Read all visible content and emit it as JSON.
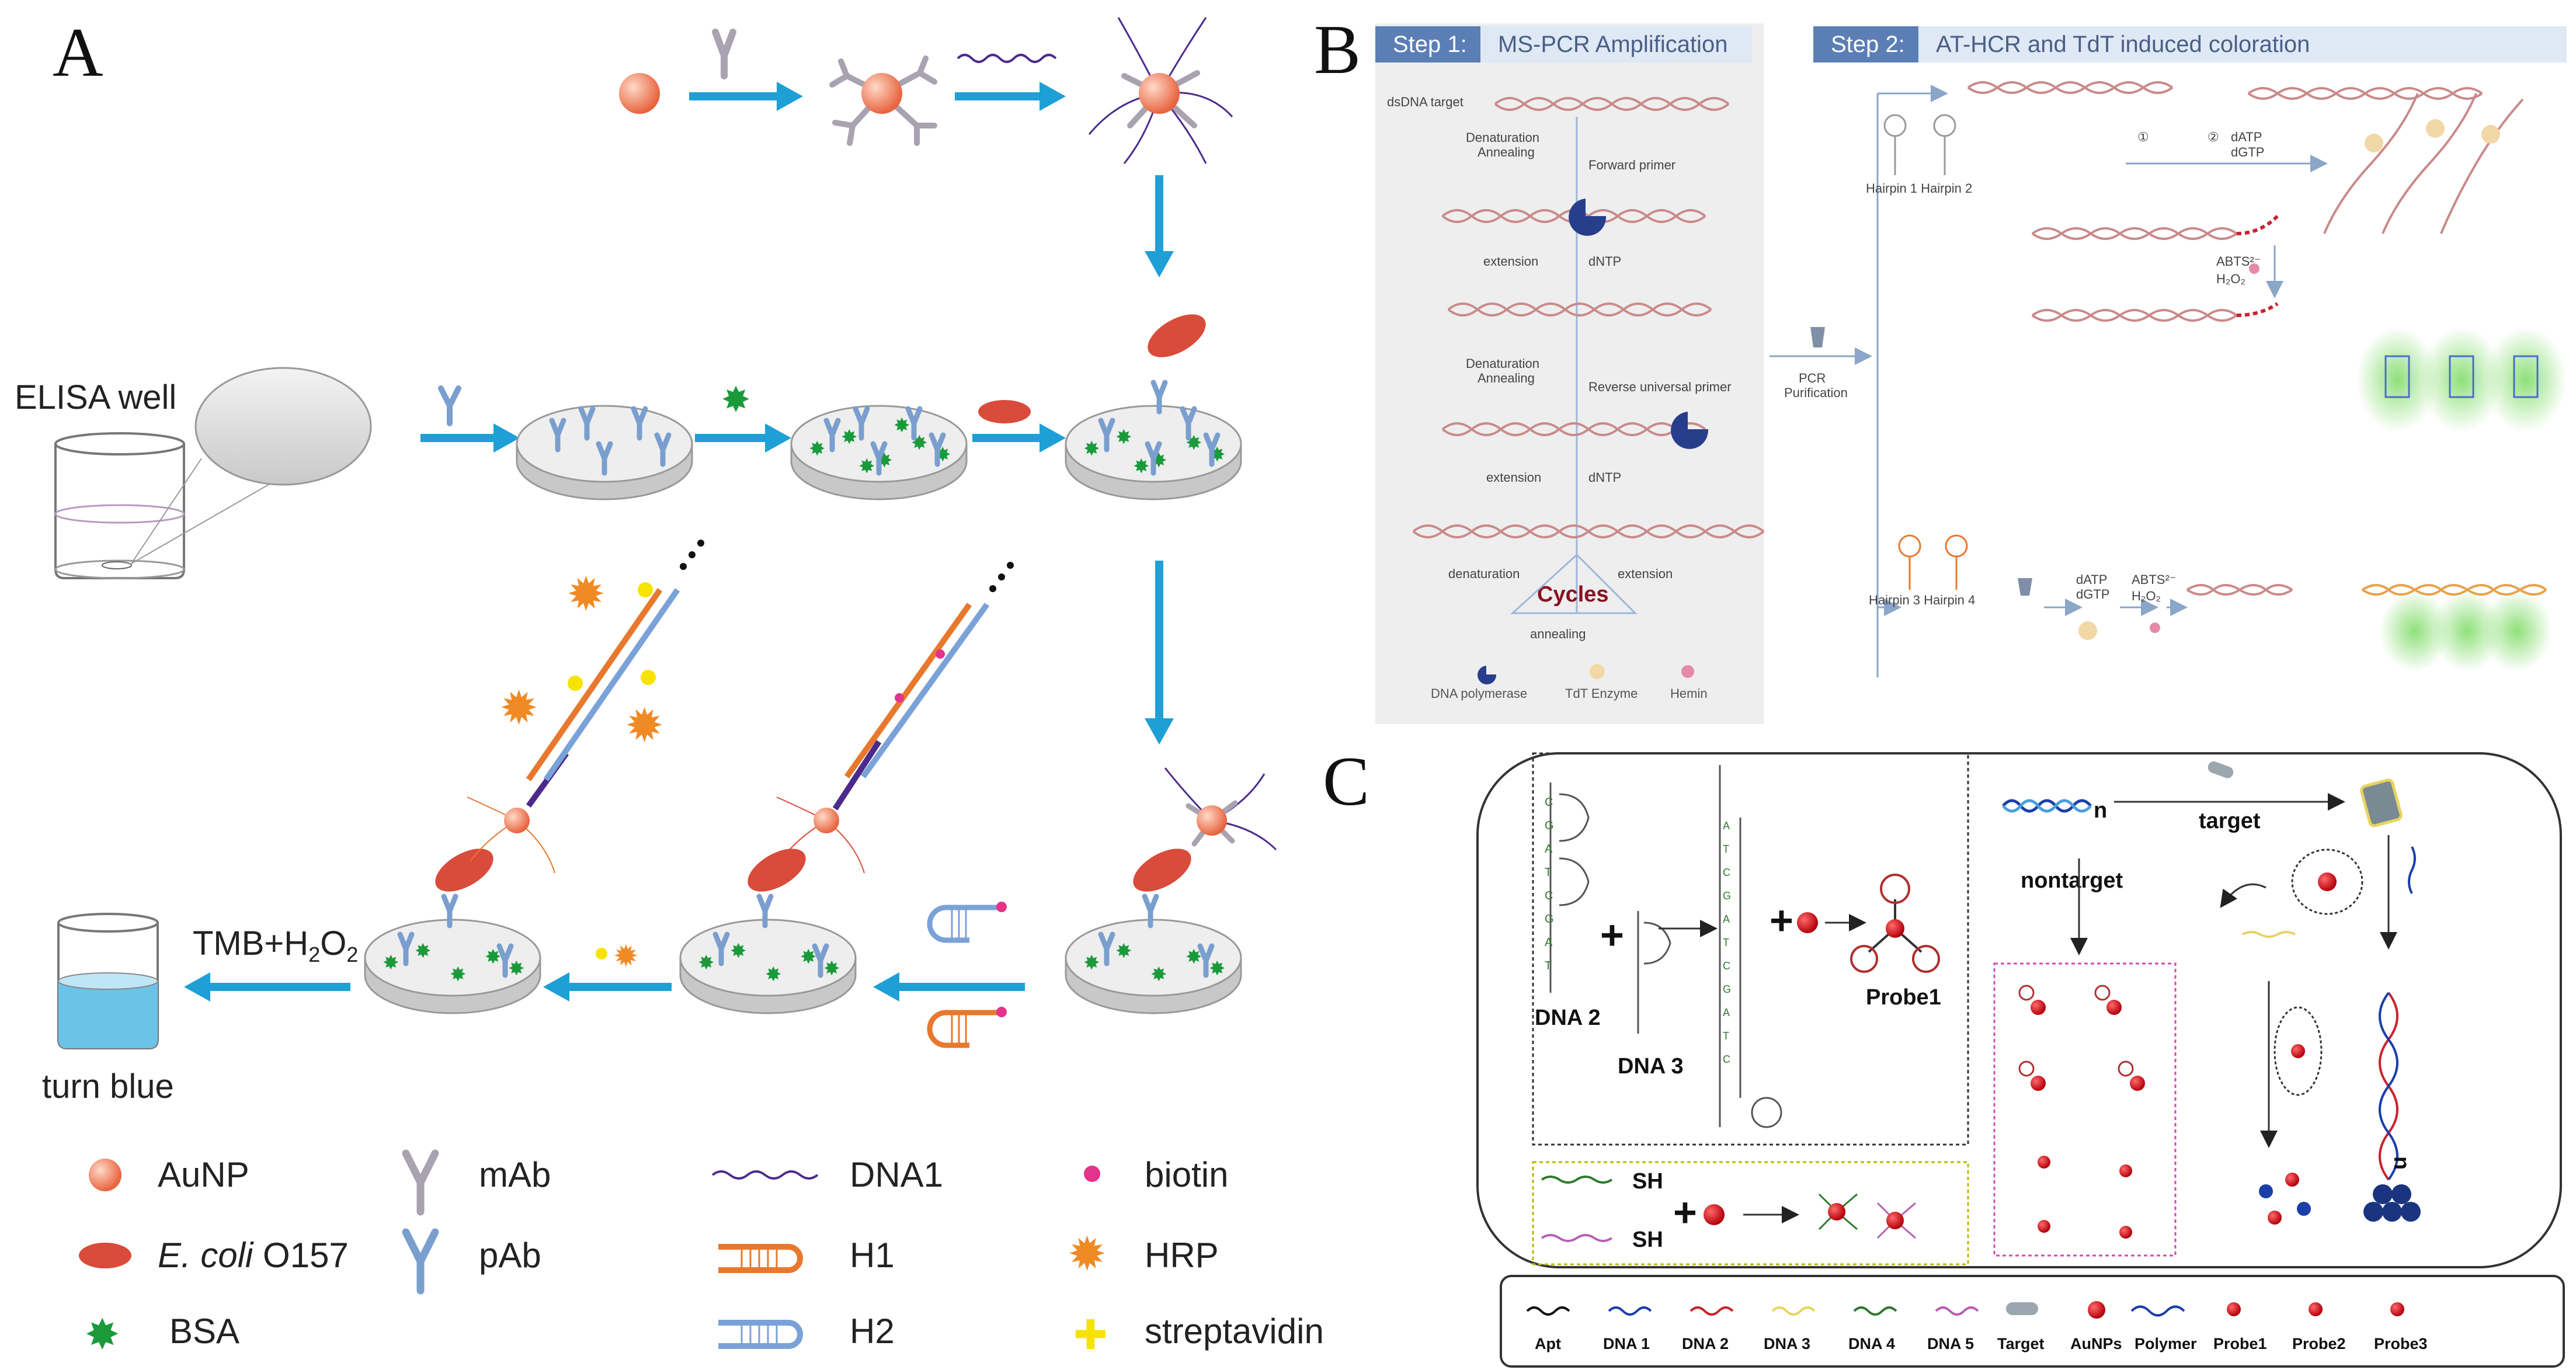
{
  "panels": {
    "a": "A",
    "b": "B",
    "c": "C"
  },
  "panel_a": {
    "elisa_well": "ELISA well",
    "tmb_prefix": "TMB+H",
    "tmb_sub1": "2",
    "tmb_mid": "O",
    "tmb_sub2": "2",
    "turn_blue": "turn blue",
    "legend": {
      "aunp": "AuNP",
      "ecoli_italic": "E. coli",
      "ecoli_rest": " O157",
      "bsa": "BSA",
      "mab": "mAb",
      "pab": "pAb",
      "dna1": "DNA1",
      "h1": "H1",
      "h2": "H2",
      "biotin": "biotin",
      "hrp": "HRP",
      "streptavidin": "streptavidin"
    }
  },
  "panel_b": {
    "step1_num": "Step 1:",
    "step1_title": "MS-PCR  Amplification",
    "step2_num": "Step 2:",
    "step2_title": "AT-HCR and TdT induced coloration",
    "dsdna_target": "dsDNA target",
    "denaturation": "Denaturation",
    "annealing": "Annealing",
    "forward_primer": "Forward primer",
    "extension": "extension",
    "dntp": "dNTP",
    "reverse_primer": "Reverse universal primer",
    "denaturation_lc": "denaturation",
    "extension_lc": "extension",
    "cycles": "Cycles",
    "annealing_lc": "annealing",
    "legend_pol": "DNA polymerase",
    "legend_tdt": "TdT Enzyme",
    "legend_hemin": "Hemin",
    "pcr": "PCR",
    "purification": "Purification",
    "hairpin12": "Hairpin 1  Hairpin 2",
    "hairpin34": "Hairpin 3  Hairpin 4",
    "circle1": "①",
    "circle2": "②",
    "datp": "dATP",
    "dgtp": "dGTP",
    "abts": "ABTS²⁻",
    "h2o2": "H₂O₂"
  },
  "panel_c": {
    "dna2": "DNA 2",
    "dna3": "DNA 3",
    "probe1": "Probe1",
    "sh": "SH",
    "n": "n",
    "target": "target",
    "nontarget": "nontarget",
    "legend": [
      "Apt",
      "DNA 1",
      "DNA 2",
      "DNA 3",
      "DNA 4",
      "DNA 5",
      "Target",
      "AuNPs",
      "Polymer",
      "Probe1",
      "Probe2",
      "Probe3"
    ]
  },
  "colors": {
    "arrow_blue": "#1ea0d6",
    "aunp": "#f07a5a",
    "ecoli": "#d94b3a",
    "bsa": "#1a9a3a",
    "mab": "#a9a3b1",
    "pab": "#7a9fcf",
    "dna1": "#4b2a8c",
    "h1": "#e8782e",
    "h2": "#7aa2d8",
    "biotin": "#e5328a",
    "hrp": "#f08a24",
    "streptavidin": "#f6e300",
    "step_header": "#5b7fb5",
    "cycles": "#8b1020",
    "liquid": "#6cc3e8"
  }
}
